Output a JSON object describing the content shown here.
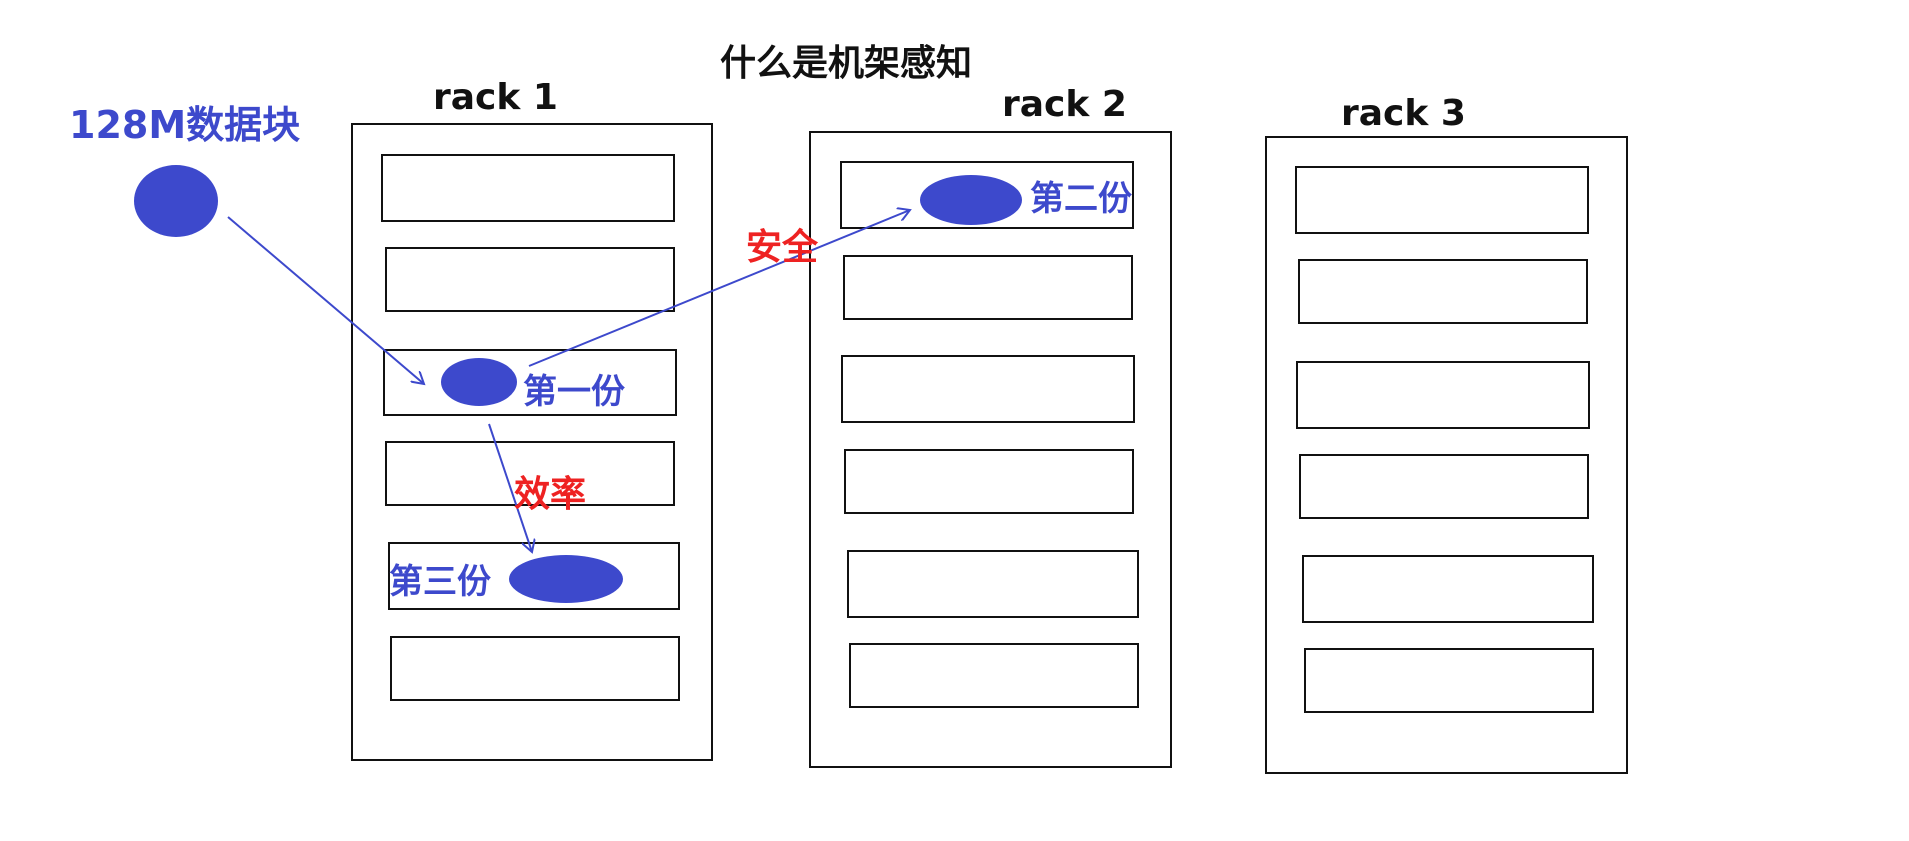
{
  "title": "什么是机架感知",
  "block": {
    "label": "128M数据块"
  },
  "racks": [
    {
      "name": "rack 1"
    },
    {
      "name": "rack 2"
    },
    {
      "name": "rack 3"
    }
  ],
  "replicas": {
    "first": "第一份",
    "second": "第二份",
    "third": "第三份"
  },
  "annotations": {
    "safety": "安全",
    "efficiency": "效率"
  },
  "colors": {
    "replica_blue": "#3d49cc",
    "annotation_red": "#ee2222",
    "outline": "#111111"
  }
}
